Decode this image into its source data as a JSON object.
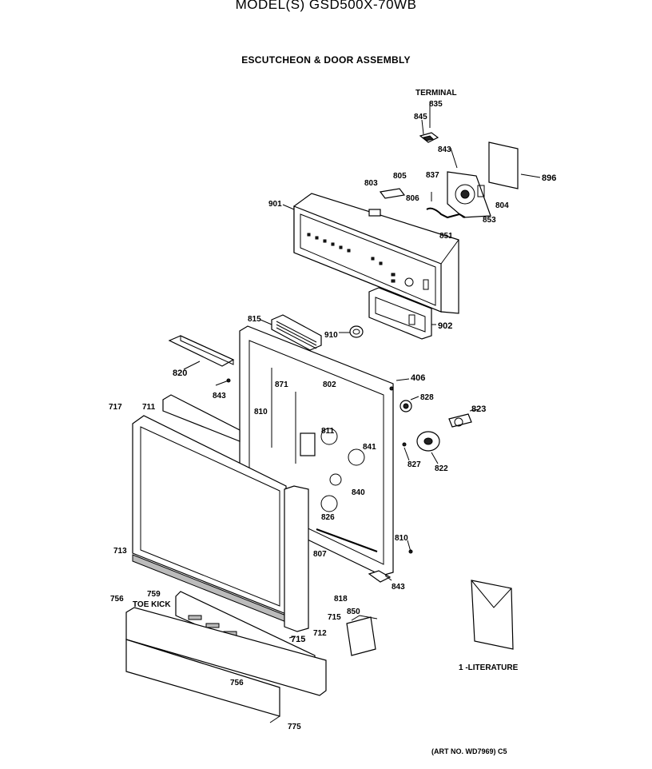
{
  "header": {
    "model": "MODEL(S) GSD500X-70WB",
    "section": "ESCUTCHEON & DOOR ASSEMBLY"
  },
  "footer": {
    "art_no": "(ART NO. WD7969) C5"
  },
  "parts": [
    {
      "id": "terminal",
      "text": "TERMINAL"
    },
    {
      "id": "p835",
      "text": "835"
    },
    {
      "id": "p845",
      "text": "845"
    },
    {
      "id": "p843a",
      "text": "843"
    },
    {
      "id": "p896",
      "text": "896"
    },
    {
      "id": "p837",
      "text": "837"
    },
    {
      "id": "p805",
      "text": "805"
    },
    {
      "id": "p803",
      "text": "803"
    },
    {
      "id": "p806",
      "text": "806"
    },
    {
      "id": "p804",
      "text": "804"
    },
    {
      "id": "p853",
      "text": "853"
    },
    {
      "id": "p851",
      "text": "851"
    },
    {
      "id": "p901",
      "text": "901"
    },
    {
      "id": "p902",
      "text": "902"
    },
    {
      "id": "p815",
      "text": "815"
    },
    {
      "id": "p910",
      "text": "910"
    },
    {
      "id": "p820",
      "text": "820"
    },
    {
      "id": "p843b",
      "text": "843"
    },
    {
      "id": "p871",
      "text": "871"
    },
    {
      "id": "p802",
      "text": "802"
    },
    {
      "id": "p810a",
      "text": "810"
    },
    {
      "id": "p406",
      "text": "406"
    },
    {
      "id": "p828",
      "text": "828"
    },
    {
      "id": "p823",
      "text": "823"
    },
    {
      "id": "p717",
      "text": "717"
    },
    {
      "id": "p711",
      "text": "711"
    },
    {
      "id": "p811",
      "text": "811"
    },
    {
      "id": "p841",
      "text": "841"
    },
    {
      "id": "p827",
      "text": "827"
    },
    {
      "id": "p822",
      "text": "822"
    },
    {
      "id": "p840",
      "text": "840"
    },
    {
      "id": "p826",
      "text": "826"
    },
    {
      "id": "p810b",
      "text": "810"
    },
    {
      "id": "p713",
      "text": "713"
    },
    {
      "id": "p807",
      "text": "807"
    },
    {
      "id": "p843c",
      "text": "843"
    },
    {
      "id": "p756a",
      "text": "756"
    },
    {
      "id": "p759",
      "text": "759"
    },
    {
      "id": "toekick",
      "text": "TOE KICK"
    },
    {
      "id": "p818",
      "text": "818"
    },
    {
      "id": "p715a",
      "text": "715"
    },
    {
      "id": "p850",
      "text": "850"
    },
    {
      "id": "p712",
      "text": "712"
    },
    {
      "id": "p715b",
      "text": "715"
    },
    {
      "id": "literature",
      "text": "1 -LITERATURE"
    },
    {
      "id": "p756b",
      "text": "756"
    },
    {
      "id": "p775",
      "text": "775"
    }
  ]
}
